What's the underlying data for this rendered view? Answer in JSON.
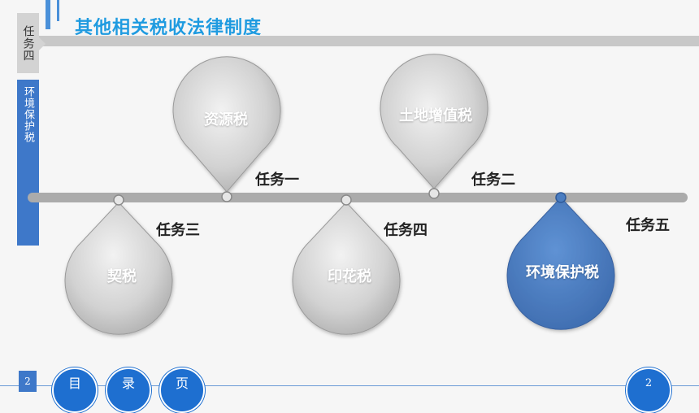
{
  "header": {
    "title": "其他相关税收法律制度"
  },
  "sidebar": {
    "task_label": "任务四",
    "topic_label": "环境保护税"
  },
  "timeline": {
    "drops": [
      {
        "label": "资源税"
      },
      {
        "label": "土地增值税"
      },
      {
        "label": "契税"
      },
      {
        "label": "印花税"
      },
      {
        "label": "环境保护税",
        "active": true
      }
    ],
    "tasks": [
      "任务一",
      "任务二",
      "任务三",
      "任务四",
      "任务五"
    ]
  },
  "footer": {
    "page_number": "2",
    "nav": [
      "目",
      "录",
      "页"
    ],
    "page_number_right": "2"
  },
  "colors": {
    "accent": "#3e78c9",
    "title": "#1f9be0",
    "drop_gray": "#c4c4c4",
    "drop_active": "#4a7dc1"
  }
}
